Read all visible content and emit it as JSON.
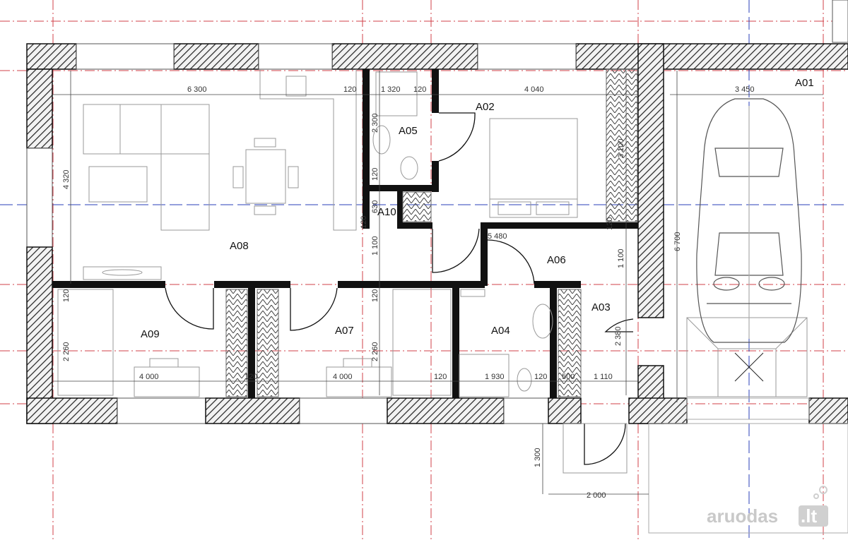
{
  "rooms": {
    "a01": "A01",
    "a02": "A02",
    "a03": "A03",
    "a04": "A04",
    "a05": "A05",
    "a06": "A06",
    "a07": "A07",
    "a08": "A08",
    "a09": "A09",
    "a10": "A10"
  },
  "dimensions": {
    "d6300": "6 300",
    "d120a": "120",
    "d1320": "1 320",
    "d120b": "120",
    "d4040": "4 040",
    "d3450": "3 450",
    "d4320": "4 320",
    "d2300": "2 300",
    "d120c": "120",
    "d630": "630",
    "d120d": "120",
    "d1100a": "1 100",
    "d5480": "5 480",
    "d3100": "3 100",
    "d120e": "120",
    "d1100b": "1 100",
    "d6700": "6 700",
    "d120f": "120",
    "d120g": "120",
    "d2260a": "2 260",
    "d2260b": "2 260",
    "d2380": "2 380",
    "d4000a": "4 000",
    "d120h": "120",
    "d4000b": "4 000",
    "d120i": "120",
    "d1930": "1 930",
    "d120j": "120",
    "d500": "500",
    "d1110": "1 110",
    "d1300": "1 300",
    "d2000": "2 000"
  },
  "watermark": {
    "brand": "aruodas",
    "tld": ".lt"
  },
  "colors": {
    "axis_red": "#d0404a",
    "axis_blue": "#2a3fb8",
    "wall_hatch": "#222222",
    "line": "#555555"
  }
}
